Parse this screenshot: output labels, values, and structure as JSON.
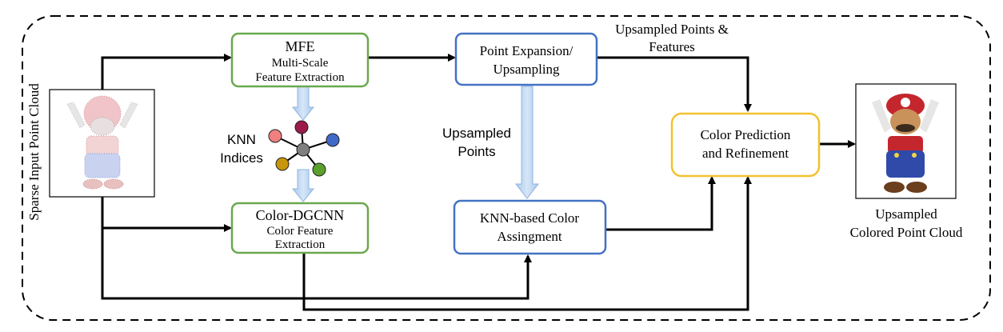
{
  "diagram": {
    "frame_label": "Sparse Input Point Cloud",
    "boxes": {
      "mfe": {
        "title": "MFE",
        "line1": "Multi-Scale",
        "line2": "Feature Extraction",
        "color": "#6aa84f"
      },
      "dgcnn": {
        "title": "Color-DGCNN",
        "line1": "Color Feature",
        "line2": "Extraction",
        "color": "#6aa84f"
      },
      "expansion": {
        "line1": "Point Expansion/",
        "line2": "Upsampling",
        "color": "#4472c4"
      },
      "knn_color": {
        "line1": "KNN-based Color",
        "line2": "Assingment",
        "color": "#4472c4"
      },
      "color_pred": {
        "line1": "Color Prediction",
        "line2": "and Refinement",
        "color": "#f2c12e"
      }
    },
    "labels": {
      "knn_line1": "KNN",
      "knn_line2": "Indices",
      "upsampled_points_line1": "Upsampled",
      "upsampled_points_line2": "Points",
      "up_pts_feat_line1": "Upsampled Points &",
      "up_pts_feat_line2": "Features",
      "output_line1": "Upsampled",
      "output_line2": "Colored Point Cloud"
    },
    "knn_node_colors": [
      "#f08080",
      "#9b1b4a",
      "#4169c8",
      "#c8960c",
      "#5aa02c",
      "#808080"
    ]
  }
}
